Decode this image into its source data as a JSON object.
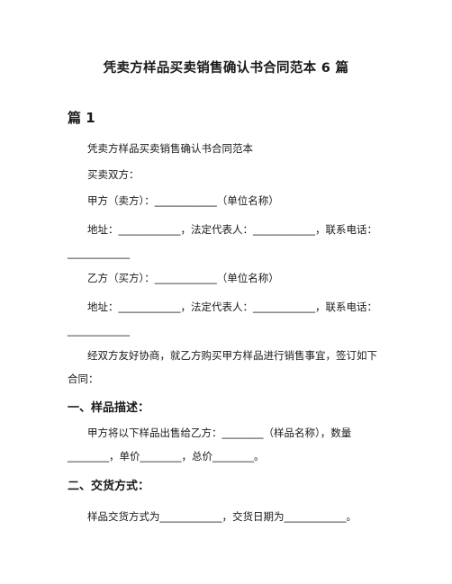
{
  "document": {
    "title": "凭卖方样品买卖销售确认书合同范本 6 篇",
    "section": "篇 1",
    "paragraphs": {
      "p1": "凭卖方样品买卖销售确认书合同范本",
      "p2": "买卖双方：",
      "p3": "甲方（卖方）：____________（单位名称）",
      "p4": "地址：____________，法定代表人：____________，联系电话：____________",
      "p5": "乙方（买方）：____________（单位名称）",
      "p6": "地址：____________，法定代表人：____________，联系电话：____________",
      "p7": "经双方友好协商，就乙方购买甲方样品进行销售事宜，签订如下合同："
    },
    "heading1": "一、样品描述：",
    "desc": "甲方将以下样品出售给乙方：________（样品名称），数量________，单价________，总价________。",
    "heading2": "二、交货方式：",
    "delivery": "样品交货方式为____________，交货日期为____________。"
  }
}
